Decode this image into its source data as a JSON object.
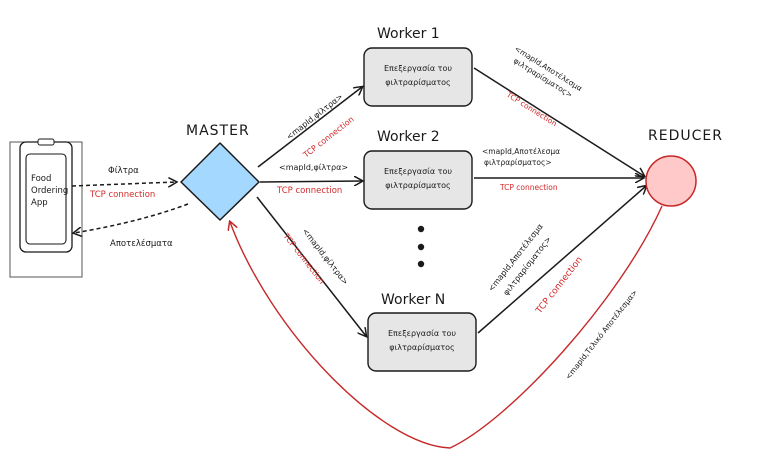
{
  "app": {
    "label_line1": "Food",
    "label_line2": "Ordering",
    "label_line3": "App"
  },
  "master": {
    "title": "MASTER"
  },
  "reducer": {
    "title": "REDUCER"
  },
  "workers": [
    {
      "title": "Worker 1",
      "text_line1": "Επεξεργασία του",
      "text_line2": "φιλτραρίσματος"
    },
    {
      "title": "Worker 2",
      "text_line1": "Επεξεργασία του",
      "text_line2": "φιλτραρίσματος"
    },
    {
      "title": "Worker N",
      "text_line1": "Επεξεργασία του",
      "text_line2": "φιλτραρίσματος"
    }
  ],
  "edges": {
    "app_to_master": {
      "label": "Φίλτρα",
      "protocol": "TCP connection"
    },
    "master_to_app": {
      "label": "Αποτελέσματα"
    },
    "master_to_w1": {
      "label": "<mapId,φίλτρα>",
      "protocol": "TCP connection"
    },
    "master_to_w2": {
      "label": "<mapId,φίλτρα>",
      "protocol": "TCP connection"
    },
    "master_to_wn": {
      "label": "<mapId,φίλτρα>",
      "protocol": "TCP connection"
    },
    "w1_to_reducer": {
      "label_line1": "<mapId,Αποτέλεσμα",
      "label_line2": "φιλτραρίσματος>",
      "protocol": "TCP connection"
    },
    "w2_to_reducer": {
      "label_line1": "<mapId,Αποτέλεσμα",
      "label_line2": "φιλτραρίσματος>",
      "protocol": "TCP connection"
    },
    "wn_to_reducer": {
      "label_line1": "<mapId,Αποτέλεσμα",
      "label_line2": "φιλτραρίσματος>",
      "protocol": "TCP connection"
    },
    "reducer_to_master": {
      "label": "<mapId,Τελικό Αποτέλεσμα>"
    }
  },
  "colors": {
    "master_fill": "#a5d8ff",
    "reducer_fill": "#ffc9c9",
    "worker_fill": "#e6e6e6",
    "red": "#d42a2a"
  }
}
